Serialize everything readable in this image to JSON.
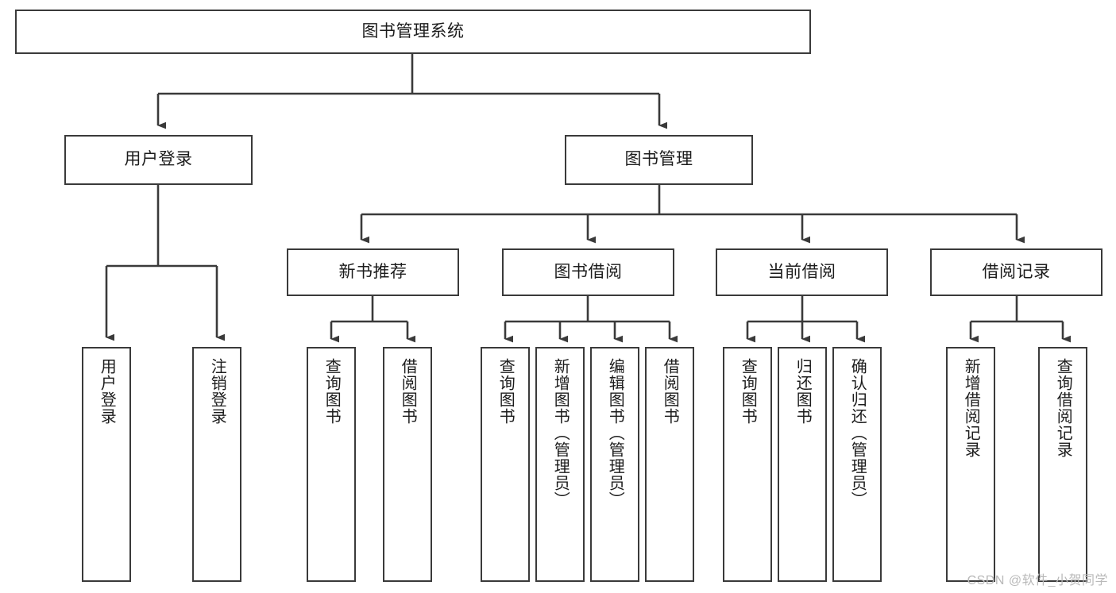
{
  "diagram": {
    "title": "图书管理系统",
    "watermark": "CSDN @软件_小贺同学",
    "line_color": "#3a3a3a",
    "box_fill": "#ffffff",
    "text_color": "#1c1c1c",
    "root": {
      "label": "图书管理系统"
    },
    "level2": [
      {
        "label": "用户登录"
      },
      {
        "label": "图书管理"
      }
    ],
    "level3": [
      {
        "label": "新书推荐"
      },
      {
        "label": "图书借阅"
      },
      {
        "label": "当前借阅"
      },
      {
        "label": "借阅记录"
      }
    ],
    "leaves": [
      {
        "label": "用户登录",
        "parent": "用户登录"
      },
      {
        "label": "注销登录",
        "parent": "用户登录"
      },
      {
        "label": "查询图书",
        "parent": "新书推荐"
      },
      {
        "label": "借阅图书",
        "parent": "新书推荐"
      },
      {
        "label": "查询图书",
        "parent": "图书借阅"
      },
      {
        "label": "新增图书（管理员）",
        "parent": "图书借阅"
      },
      {
        "label": "编辑图书（管理员）",
        "parent": "图书借阅"
      },
      {
        "label": "借阅图书",
        "parent": "图书借阅"
      },
      {
        "label": "查询图书",
        "parent": "当前借阅"
      },
      {
        "label": "归还图书",
        "parent": "当前借阅"
      },
      {
        "label": "确认归还（管理员）",
        "parent": "当前借阅"
      },
      {
        "label": "新增借阅记录",
        "parent": "借阅记录"
      },
      {
        "label": "查询借阅记录",
        "parent": "借阅记录"
      }
    ]
  }
}
